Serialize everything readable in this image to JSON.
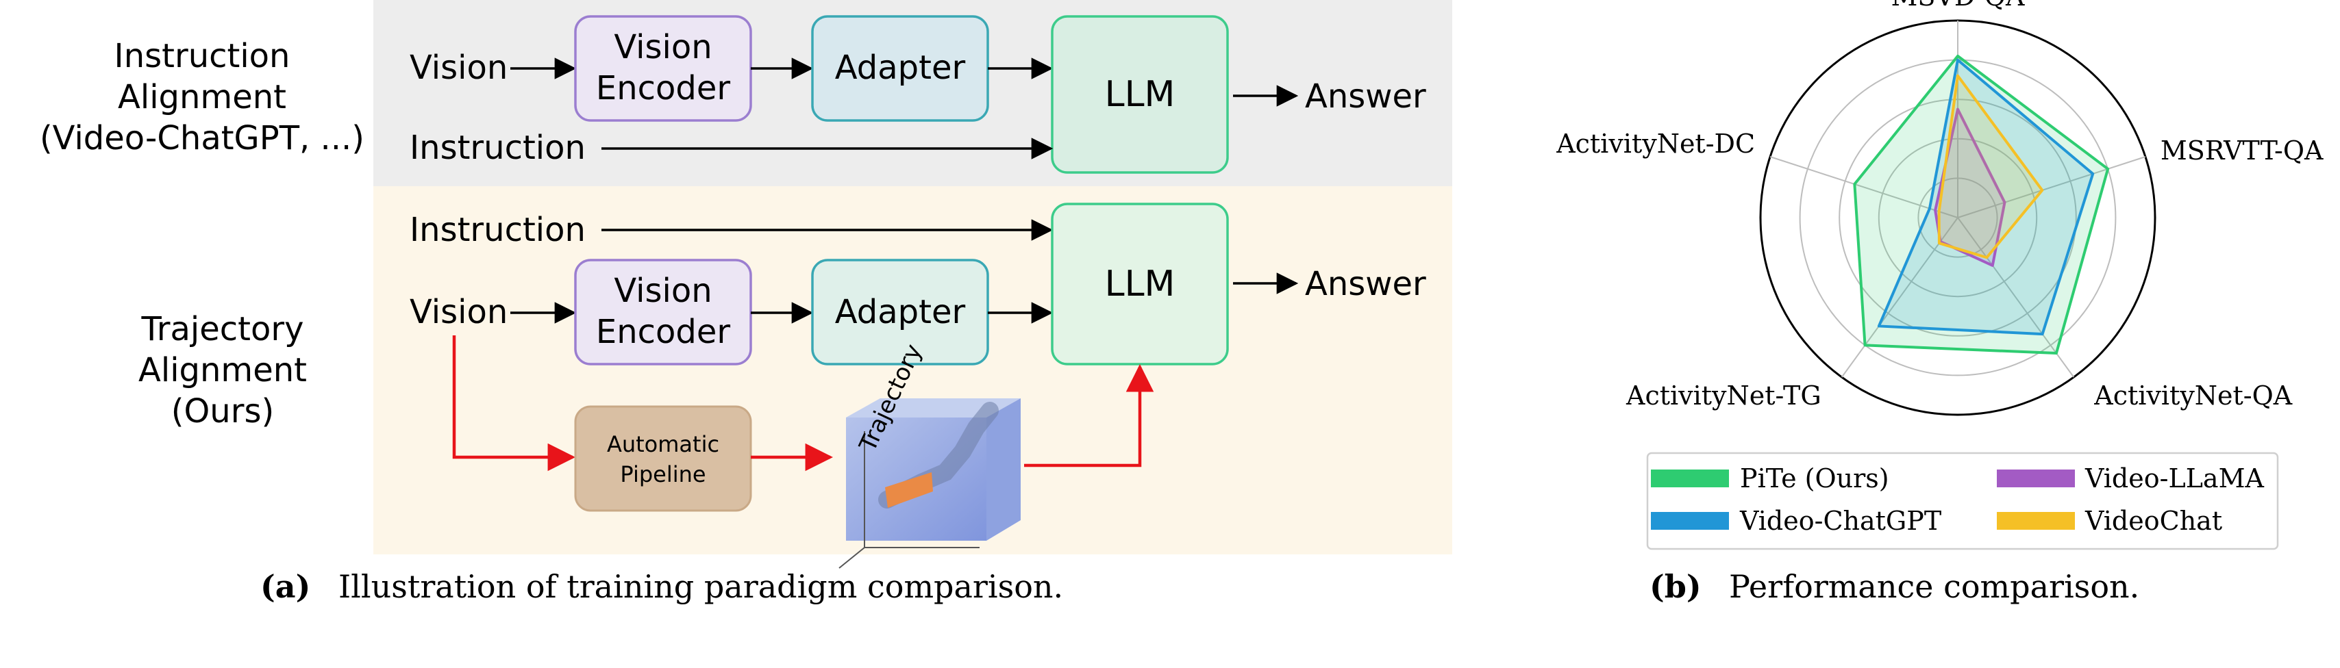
{
  "left_panel": {
    "top_row": {
      "label_lines": [
        "Instruction",
        "Alignment",
        "(Video-ChatGPT, ...)"
      ],
      "vision": "Vision",
      "instruction": "Instruction",
      "vision_encoder": [
        "Vision",
        "Encoder"
      ],
      "adapter": "Adapter",
      "llm": "LLM",
      "answer": "Answer"
    },
    "bottom_row": {
      "label_lines": [
        "Trajectory",
        "Alignment",
        "(Ours)"
      ],
      "instruction": "Instruction",
      "vision": "Vision",
      "vision_encoder": [
        "Vision",
        "Encoder"
      ],
      "adapter": "Adapter",
      "llm": "LLM",
      "answer": "Answer",
      "pipeline": [
        "Automatic",
        "Pipeline"
      ],
      "trajectory_label": "Trajectory"
    },
    "caption_tag": "(a)",
    "caption_text": "Illustration of training paradigm comparison."
  },
  "right_panel": {
    "caption_tag": "(b)",
    "caption_text": "Performance comparison."
  },
  "chart_data": {
    "type": "radar",
    "axes": [
      "MSVD-QA",
      "MSRVTT-QA",
      "ActivityNet-QA",
      "ActivityNet-TG",
      "ActivityNet-DC"
    ],
    "rmax": 1.0,
    "rings": [
      0.2,
      0.4,
      0.6,
      0.8,
      1.0
    ],
    "series": [
      {
        "name": "PiTe (Ours)",
        "color": "#2ecc71",
        "values": [
          0.82,
          0.8,
          0.85,
          0.8,
          0.55
        ]
      },
      {
        "name": "Video-ChatGPT",
        "color": "#2196d6",
        "values": [
          0.8,
          0.72,
          0.73,
          0.68,
          0.15
        ]
      },
      {
        "name": "Video-LLaMA",
        "color": "#a35bc4",
        "values": [
          0.55,
          0.25,
          0.3,
          0.15,
          0.12
        ]
      },
      {
        "name": "VideoChat",
        "color": "#f5c026",
        "values": [
          0.72,
          0.45,
          0.25,
          0.16,
          0.1
        ]
      }
    ],
    "legend_position": "bottom"
  }
}
